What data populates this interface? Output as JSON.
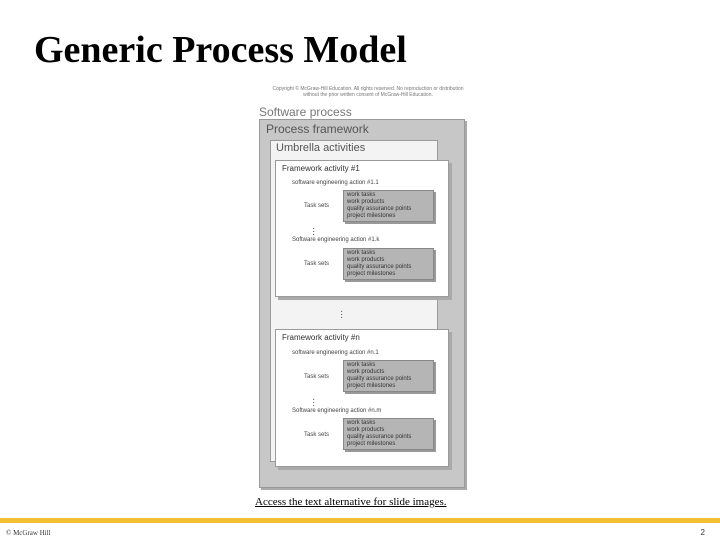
{
  "slide": {
    "title": "Generic Process Model",
    "caption": "Access the text alternative for slide images.",
    "footer_left": "© McGraw Hill",
    "page_number": "2"
  },
  "diagram": {
    "copyright": "Copyright © McGraw-Hill Education. All rights reserved. No reproduction or distribution without the prior written consent of McGraw-Hill Education.",
    "software_process": "Software process",
    "process_framework": "Process framework",
    "umbrella_activities": "Umbrella activities",
    "activities": [
      {
        "label": "Framework activity #1",
        "actions": [
          {
            "label": "software engineering action #1.1",
            "task_sets": "Task sets",
            "tasks": [
              "work tasks",
              "work products",
              "quality assurance points",
              "project milestones"
            ]
          },
          {
            "label": "Software engineering action #1.k",
            "task_sets": "Task sets",
            "tasks": [
              "work tasks",
              "work products",
              "quality assurance points",
              "project milestones"
            ]
          }
        ]
      },
      {
        "label": "Framework activity #n",
        "actions": [
          {
            "label": "software engineering action #n.1",
            "task_sets": "Task sets",
            "tasks": [
              "work tasks",
              "work products",
              "quality assurance points",
              "project milestones"
            ]
          },
          {
            "label": "Software engineering action #n.m",
            "task_sets": "Task sets",
            "tasks": [
              "work tasks",
              "work products",
              "quality assurance points",
              "project milestones"
            ]
          }
        ]
      }
    ]
  }
}
